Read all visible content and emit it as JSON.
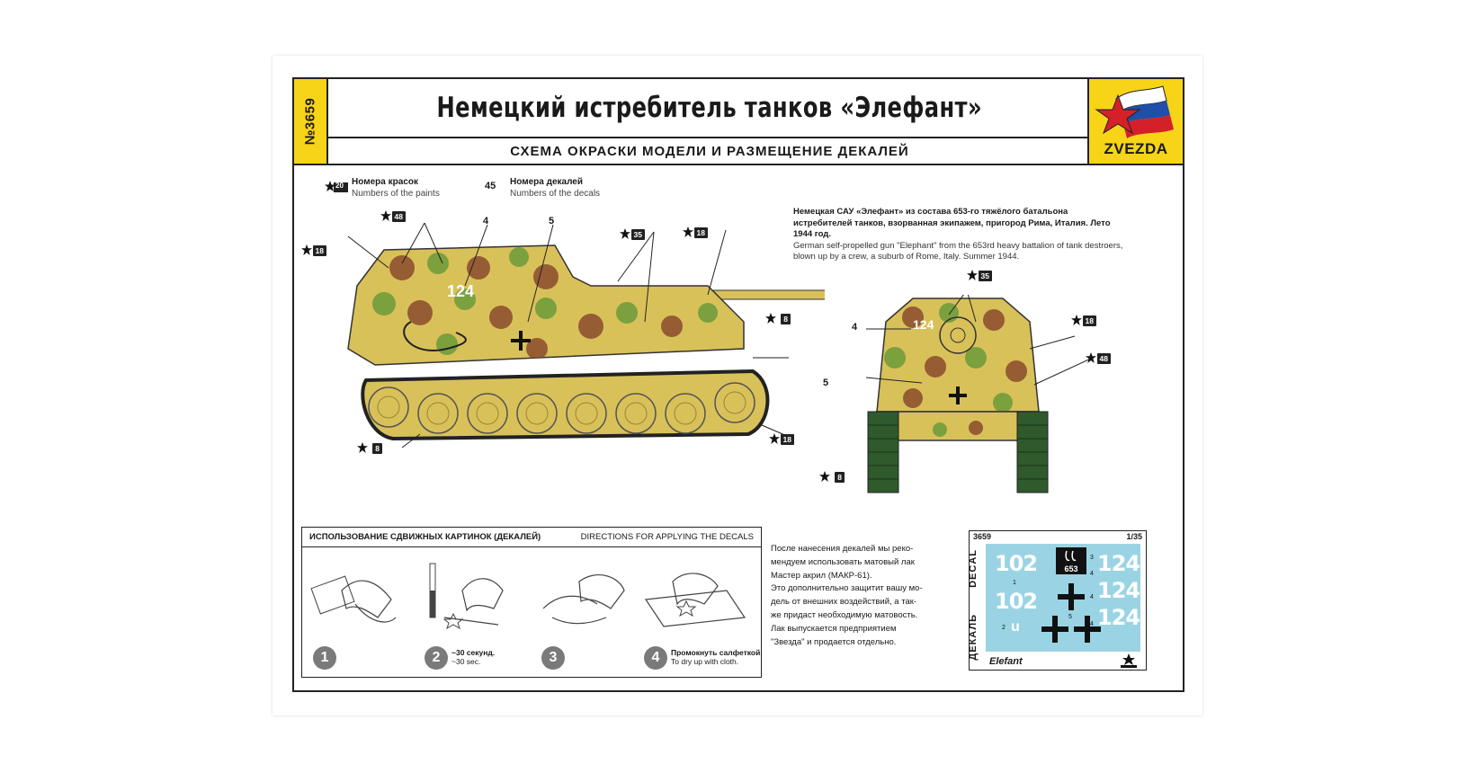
{
  "header": {
    "kit_number": "№3659",
    "title": "Немецкий истребитель танков «Элефант»",
    "subtitle": "СХЕМА ОКРАСКИ МОДЕЛИ И РАЗМЕЩЕНИЕ ДЕКАЛЕЙ",
    "brand": "ZVEZDA"
  },
  "legend": {
    "paint_badge": "20",
    "paint_ru": "Номера красок",
    "paint_en": "Numbers of the paints",
    "decal_badge": "45",
    "decal_ru": "Номера декалей",
    "decal_en": "Numbers of the decals"
  },
  "caption": {
    "ru": "Немецкая САУ «Элефант» из состава 653-го тяжёлого батальона истребителей танков, взорванная экипажем, пригород Рима, Италия. Лето 1944 год.",
    "en": "German self-propelled gun \"Elephant\" from the 653rd heavy battalion of tank destroers, blown up by a crew, a suburb of Rome, Italy. Summer 1944."
  },
  "side_view": {
    "hull_number": "124",
    "callouts": {
      "c48": "48",
      "c4": "4",
      "c5": "5",
      "c35": "35",
      "c18a": "18",
      "c18b": "18",
      "c8a": "8",
      "c8b": "8",
      "c18c": "18"
    }
  },
  "rear_view": {
    "hull_number": "124",
    "callouts": {
      "c35": "35",
      "c18": "18",
      "c48": "48",
      "c4": "4",
      "c5": "5",
      "c8": "8"
    }
  },
  "directions": {
    "title_ru": "ИСПОЛЬЗОВАНИЕ СДВИЖНЫХ КАРТИНОК (ДЕКАЛЕЙ)",
    "title_en": "DIRECTIONS FOR APPLYING THE DECALS",
    "steps": [
      {
        "num": "1",
        "note_ru": "",
        "note_en": ""
      },
      {
        "num": "2",
        "note_ru": "~30 секунд.",
        "note_en": "~30 sec."
      },
      {
        "num": "3",
        "note_ru": "",
        "note_en": ""
      },
      {
        "num": "4",
        "note_ru": "Промокнуть салфеткой.",
        "note_en": "To dry up with cloth."
      }
    ]
  },
  "note": {
    "lines": [
      "После нанесения декалей мы реко-",
      "мендуем использовать матовый лак",
      "Мастер акрил (МАКР-61).",
      "Это дополнительно защитит вашу мо-",
      "дель от внешних воздействий, а так-",
      "же придаст необходимую матовость.",
      "Лак выпускается предприятием",
      "\"Звезда\" и продается отдельно."
    ]
  },
  "decal_sheet": {
    "code": "3659",
    "scale": "1/35",
    "label_en": "DECAL",
    "label_ru": "ДЕКАЛЬ",
    "name": "Elefant",
    "numbers": {
      "a": "102",
      "b": "102",
      "c": "124",
      "d": "124",
      "e": "124",
      "f": "653"
    },
    "idx": {
      "i1": "1",
      "i2": "2",
      "i3": "3",
      "i4a": "4",
      "i4b": "4",
      "i4c": "4",
      "i5": "5"
    }
  },
  "colors": {
    "accent_yellow": "#f7d417",
    "camo_sand": "#d9c15a",
    "camo_green": "#6a9a3a",
    "camo_brown": "#8a4a2e",
    "decal_blue": "#9ad4e4"
  }
}
